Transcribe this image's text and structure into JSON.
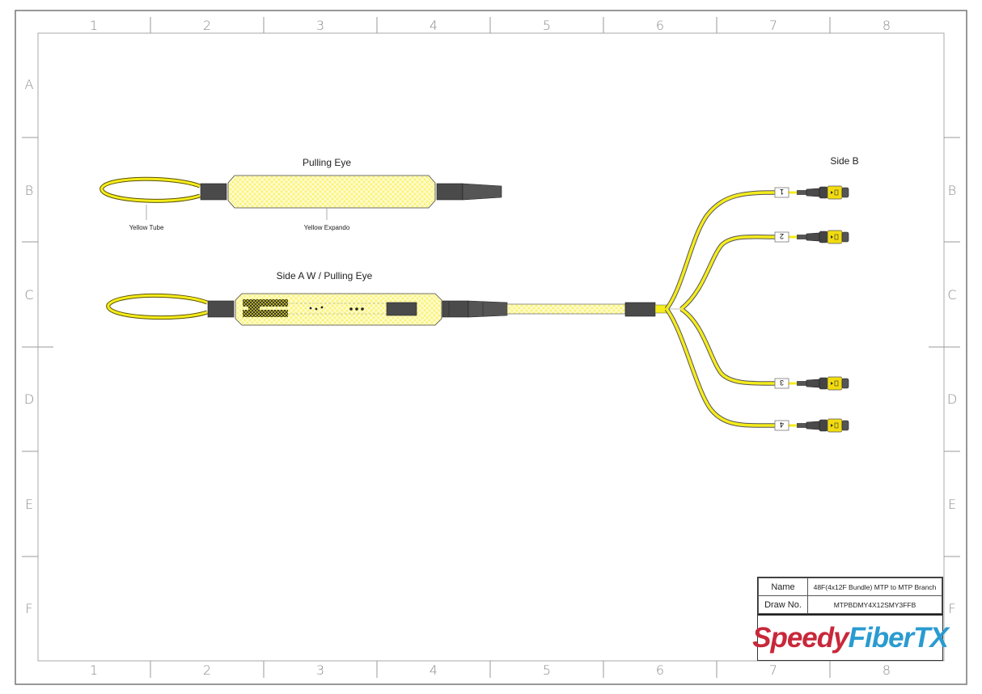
{
  "frame": {
    "columns": [
      "1",
      "2",
      "3",
      "4",
      "5",
      "6",
      "7",
      "8"
    ],
    "rows": [
      "A",
      "B",
      "C",
      "D",
      "E",
      "F"
    ]
  },
  "labels": {
    "pulling_eye_title": "Pulling Eye",
    "yellow_tube": "Yellow Tube",
    "yellow_expando": "Yellow Expando",
    "side_a_title": "Side A W / Pulling Eye",
    "side_b_title": "Side B"
  },
  "legs": [
    {
      "label": "1"
    },
    {
      "label": "2"
    },
    {
      "label": "3"
    },
    {
      "label": "4"
    }
  ],
  "title_block": {
    "name_label": "Name",
    "name_value": "48F(4x12F Bundle) MTP to MTP Branch",
    "draw_no_label": "Draw No.",
    "draw_no_value": "MTPBDMY4X12SMY3FFB",
    "logo_part1": "Speedy",
    "logo_part2": "FiberTX"
  },
  "colors": {
    "cable_yellow": "#f5ec1c",
    "expando_yellow": "#fbf59a",
    "boot_gray": "#4a4a4a",
    "logo_red": "#c8283a",
    "logo_blue": "#2a9bd0"
  }
}
